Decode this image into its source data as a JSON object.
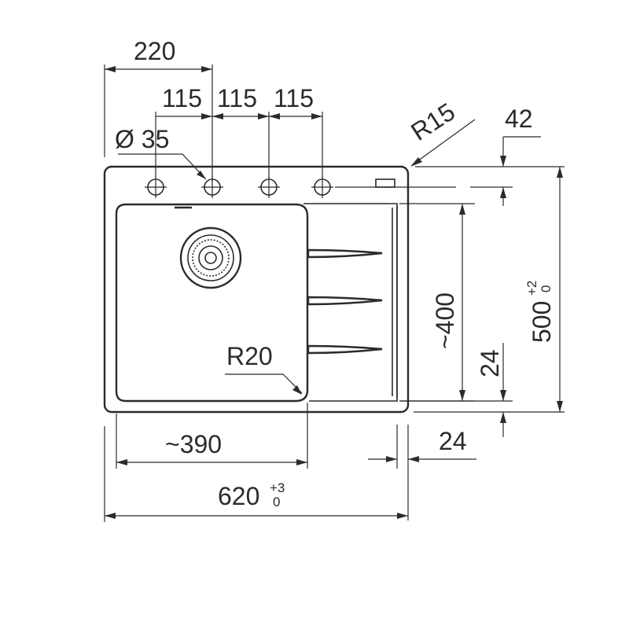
{
  "dimensions": {
    "hole_offset": "220",
    "hole_spacing": [
      "115",
      "115",
      "115"
    ],
    "hole_diameter": "Ø 35",
    "corner_radius_outer": "R15",
    "deck_offset": "42",
    "bowl_length": "~400",
    "total_depth": "500",
    "total_depth_tol_plus": "+2",
    "total_depth_tol_minus": "0",
    "bowl_corner_radius": "R20",
    "drainer_edge": "24",
    "bowl_width": "~390",
    "side_edge": "24",
    "total_width": "620",
    "total_width_tol_plus": "+3",
    "total_width_tol_minus": "0"
  }
}
